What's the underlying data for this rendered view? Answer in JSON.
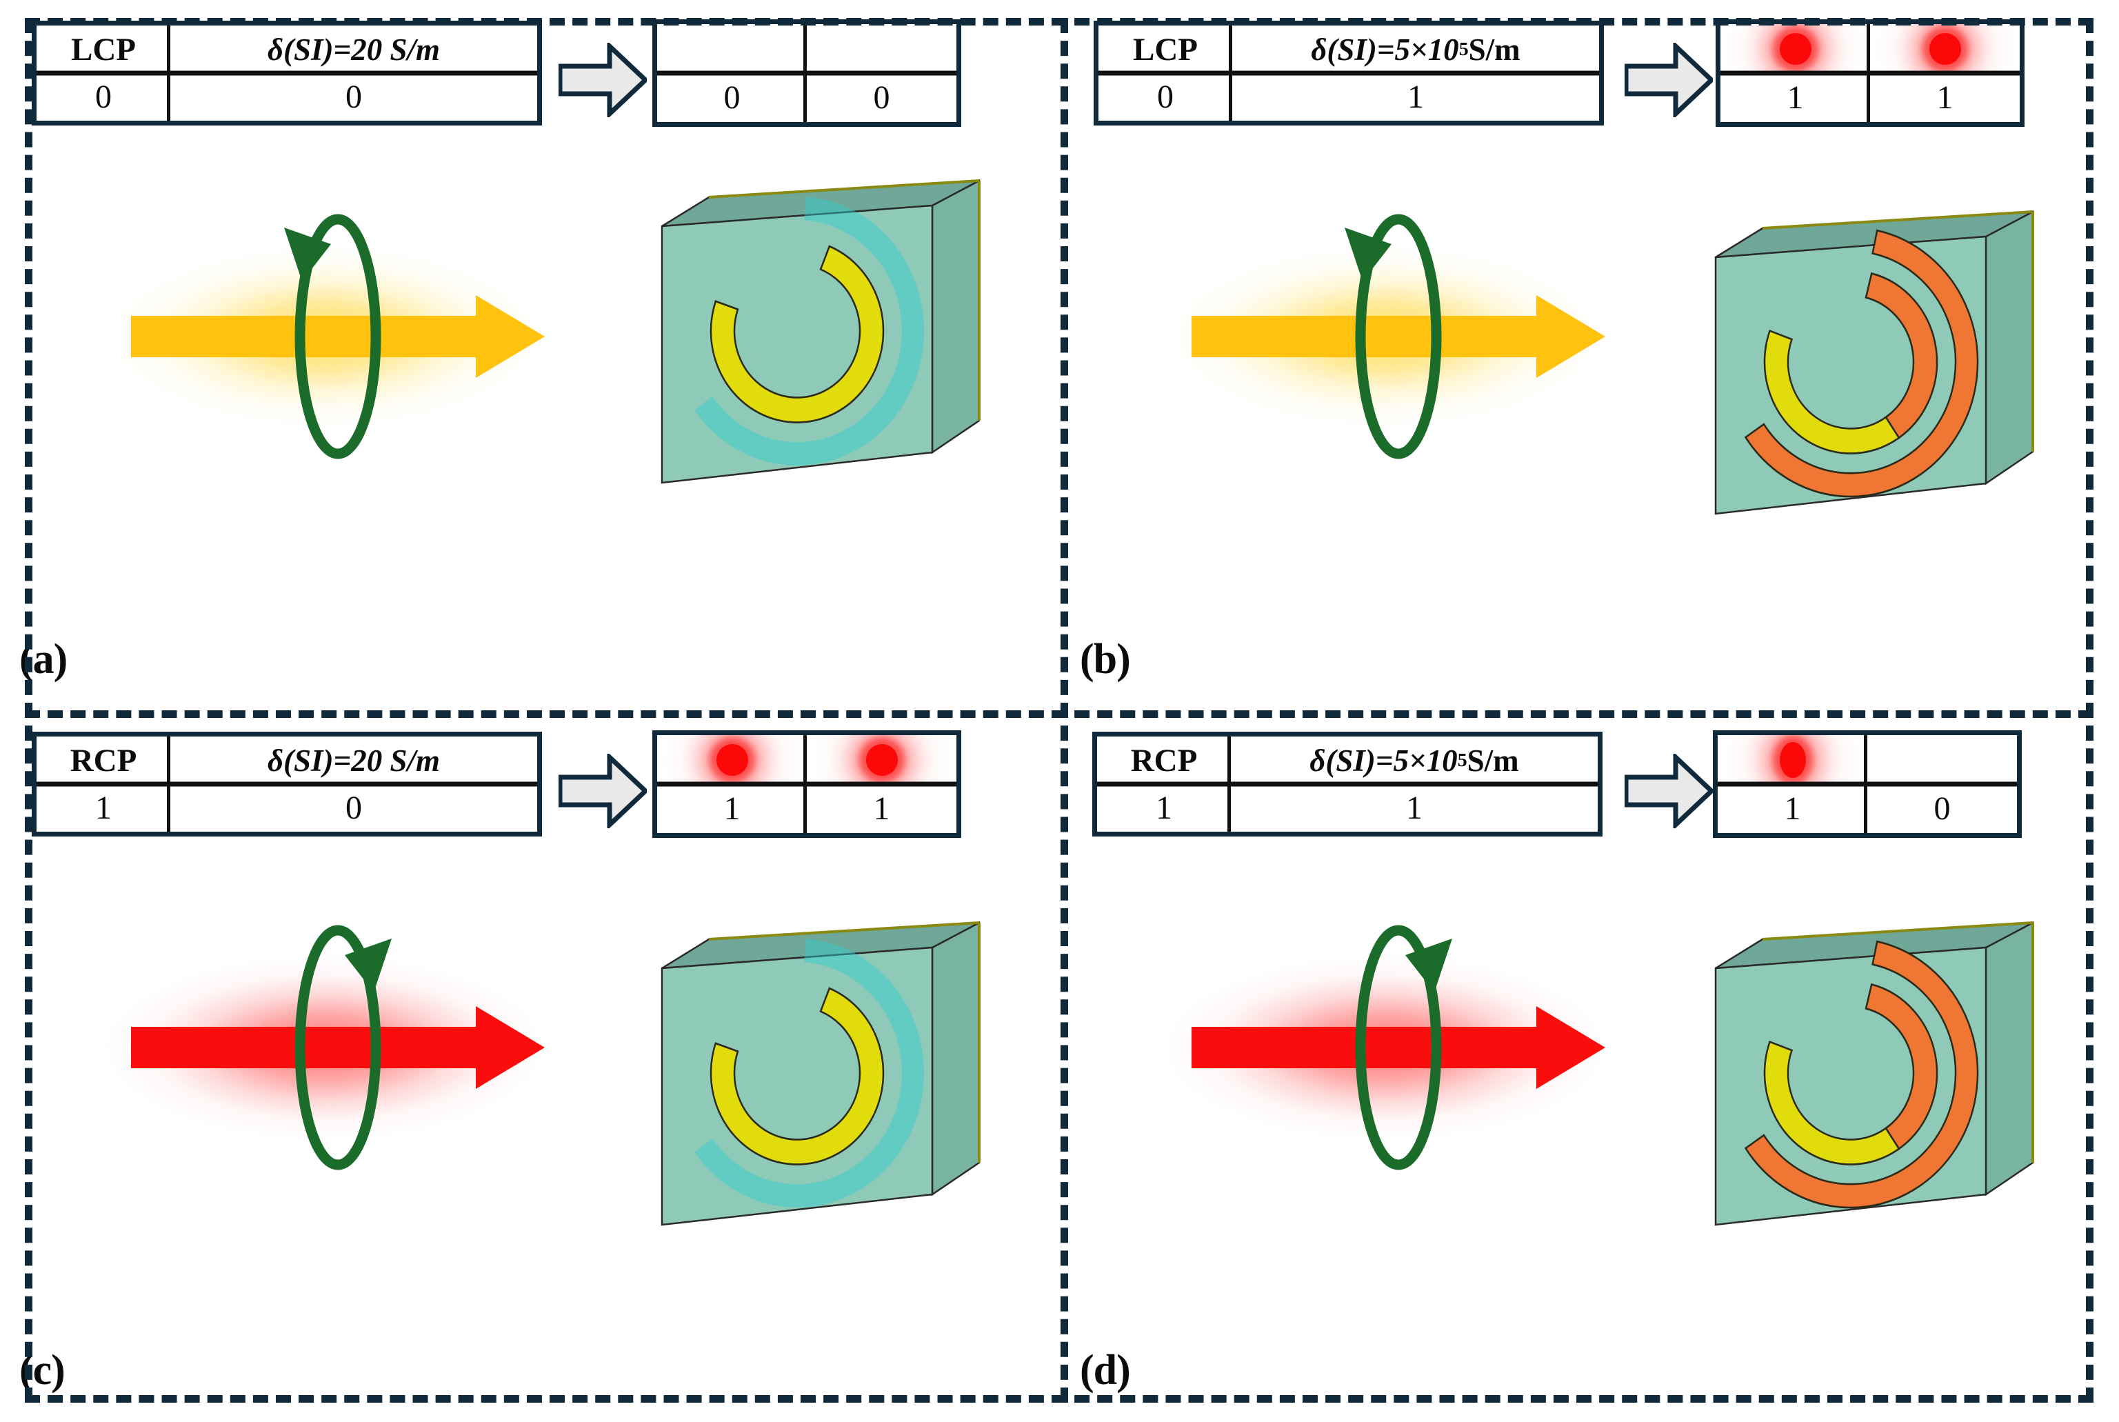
{
  "figure": {
    "panels": [
      {
        "id": "a",
        "label": "(a)",
        "polarization": "LCP",
        "condition": "δ(SI)=20 S/m",
        "condition_base": "δ(SI)=20 S/m",
        "condition_has_exponent": false,
        "condition_prefix": "",
        "condition_exponent": "",
        "condition_suffix": "",
        "input_values": [
          "0",
          "0"
        ],
        "output_values": [
          "0",
          "0"
        ],
        "output_leds": [
          false,
          false
        ],
        "beam_color": "#FFC20E",
        "beam_glow_class": "y",
        "spin_direction": "ccw",
        "structure_state": "off",
        "arrow_label": "implies-arrow"
      },
      {
        "id": "b",
        "label": "(b)",
        "polarization": "LCP",
        "condition": "δ(SI)=5×10⁵ S/m",
        "condition_has_exponent": true,
        "condition_prefix": "δ(SI)=5×10",
        "condition_exponent": "5",
        "condition_suffix": " S/m",
        "input_values": [
          "0",
          "1"
        ],
        "output_values": [
          "1",
          "1"
        ],
        "output_leds": [
          true,
          true
        ],
        "beam_color": "#FFC20E",
        "beam_glow_class": "y",
        "spin_direction": "ccw",
        "structure_state": "on",
        "arrow_label": "implies-arrow"
      },
      {
        "id": "c",
        "label": "(c)",
        "polarization": "RCP",
        "condition": "δ(SI)=20 S/m",
        "condition_has_exponent": false,
        "condition_prefix": "",
        "condition_exponent": "",
        "condition_suffix": "",
        "input_values": [
          "1",
          "0"
        ],
        "output_values": [
          "1",
          "1"
        ],
        "output_leds": [
          true,
          true
        ],
        "beam_color": "#FC0D0D",
        "beam_glow_class": "r",
        "spin_direction": "cw",
        "structure_state": "off",
        "arrow_label": "implies-arrow"
      },
      {
        "id": "d",
        "label": "(d)",
        "polarization": "RCP",
        "condition": "δ(SI)=5×10⁵ S/m",
        "condition_has_exponent": true,
        "condition_prefix": "δ(SI)=5×10",
        "condition_exponent": "5",
        "condition_suffix": " S/m",
        "input_values": [
          "1",
          "1"
        ],
        "output_values": [
          "1",
          "0"
        ],
        "output_leds": [
          true,
          false
        ],
        "beam_color": "#FC0D0D",
        "beam_glow_class": "r",
        "spin_direction": "cw",
        "structure_state": "on",
        "arrow_label": "implies-arrow"
      }
    ],
    "colors": {
      "frame": "#10293b",
      "table_border": "#10293b",
      "rule": "#111111",
      "led": "#fb0909",
      "arrow_fill": "#e9e9e9",
      "arrow_stroke": "#10293b",
      "beam_yellow": "#FFC20E",
      "beam_red": "#FC0D0D",
      "spin_green": "#1b6b2b",
      "substrate_face": "#8fc9b8",
      "substrate_top": "#6fa798",
      "substrate_side": "#79b4a3",
      "ring_yellow": "#e2dc0c",
      "ring_orange": "#ef7733",
      "ring_cyan": "#2fd0cf"
    }
  }
}
